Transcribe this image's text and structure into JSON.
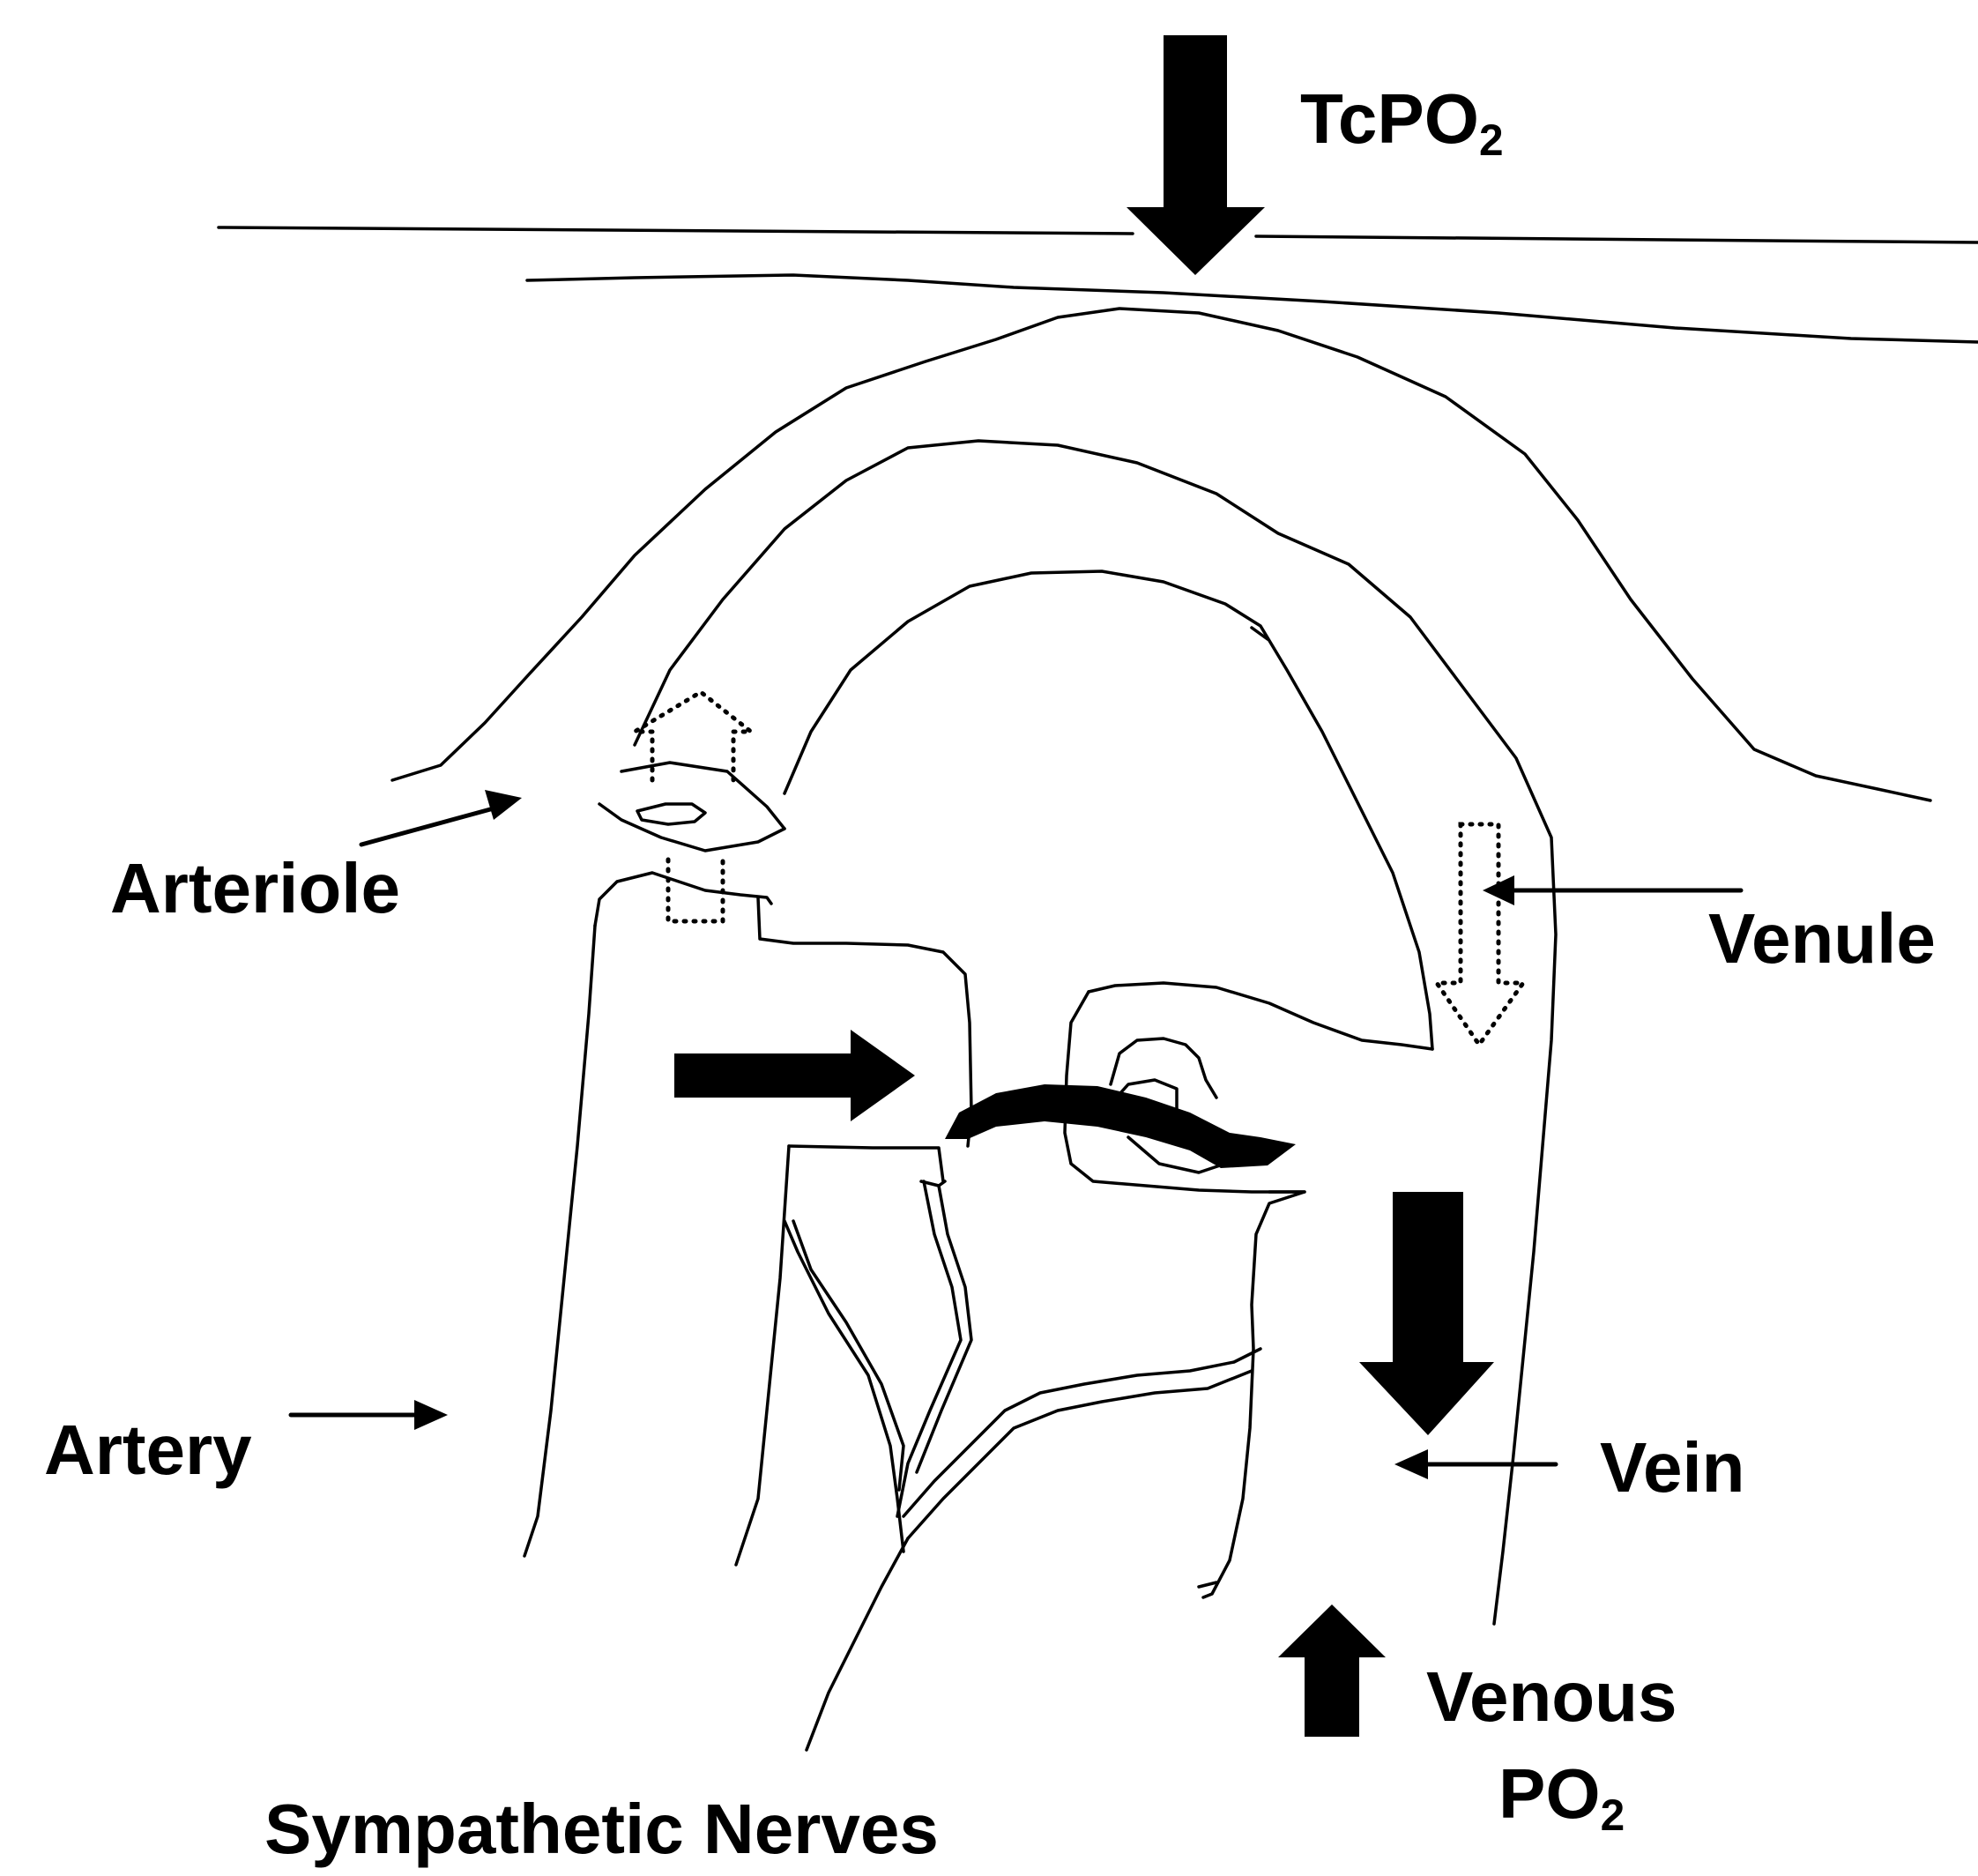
{
  "labels": {
    "tcpo2_main": "TcPO",
    "tcpo2_sub": "2",
    "arteriole": "Arteriole",
    "venule": "Venule",
    "artery": "Artery",
    "vein": "Vein",
    "venous_line1": "Venous",
    "venous_po_main": "PO",
    "venous_po_sub": "2",
    "sympathetic": "Sympathetic Nerves"
  },
  "colors": {
    "ink": "#000000",
    "background": "#ffffff"
  }
}
